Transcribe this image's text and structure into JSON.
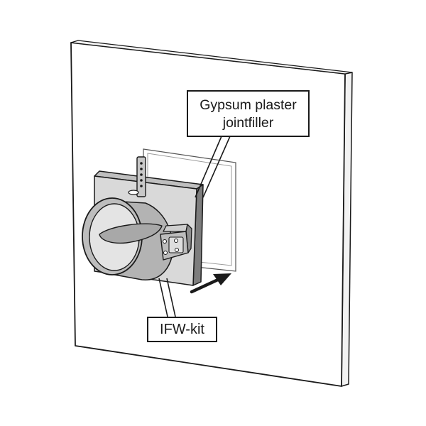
{
  "callouts": {
    "gypsum": {
      "line1": "Gypsum plaster",
      "line2": "jointfiller"
    },
    "ifw_kit": "IFW-kit"
  },
  "colors": {
    "outline": "#1a1a1a",
    "wall": "#ffffff",
    "wall_edge": "#f2f2f2",
    "kit_face": "#d9d9d9",
    "kit_side": "#7d7d7d",
    "kit_top": "#bfbfbf",
    "damper_body": "#b3b3b3",
    "damper_inner": "#e4e4e4",
    "actuator": "#bdbdbd",
    "arrow": "#1a1a1a"
  }
}
